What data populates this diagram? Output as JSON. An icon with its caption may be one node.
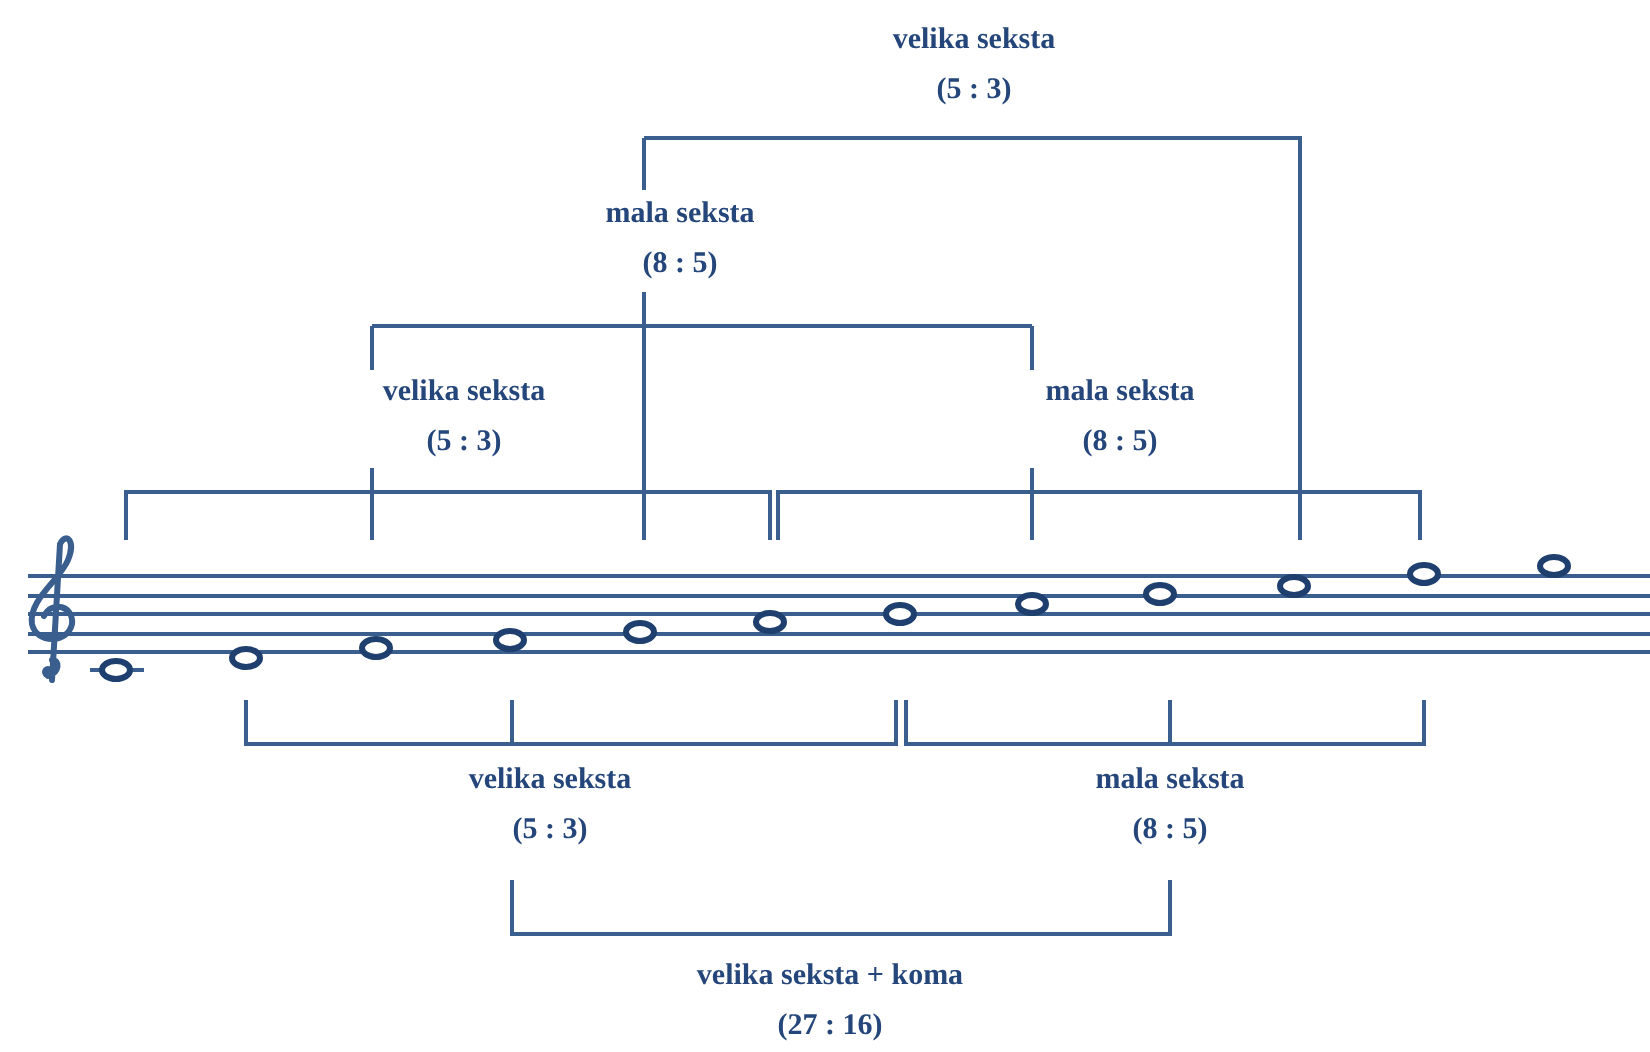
{
  "diagram": {
    "labels": [
      "velika seksta (5 : 3)",
      "mala seksta (8 : 5)",
      "velika seksta (5 : 3)",
      "mala seksta (8 : 5)",
      "velika seksta (5 : 3)",
      "mala seksta (8 : 5)",
      "velika seksta + koma (27 : 16)"
    ]
  }
}
